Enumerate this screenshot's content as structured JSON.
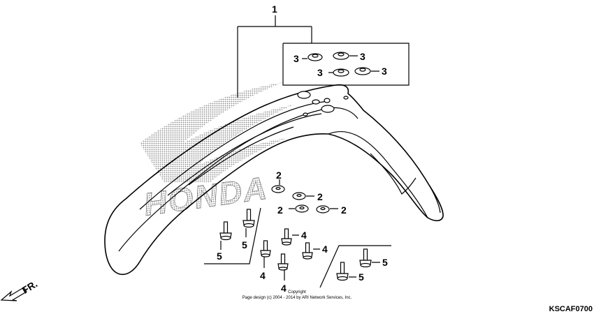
{
  "diagram": {
    "labels": {
      "part_1": "1",
      "part_2": "2",
      "part_3": "3",
      "part_4": "4",
      "part_5": "5"
    },
    "logo_text": "HONDA",
    "front_indicator": "FR.",
    "copyright_line1": "Copyright",
    "copyright_line2": "Page design (c) 2004 - 2014 by ARI Network Services, Inc.",
    "diagram_code": "KSCAF0700"
  }
}
